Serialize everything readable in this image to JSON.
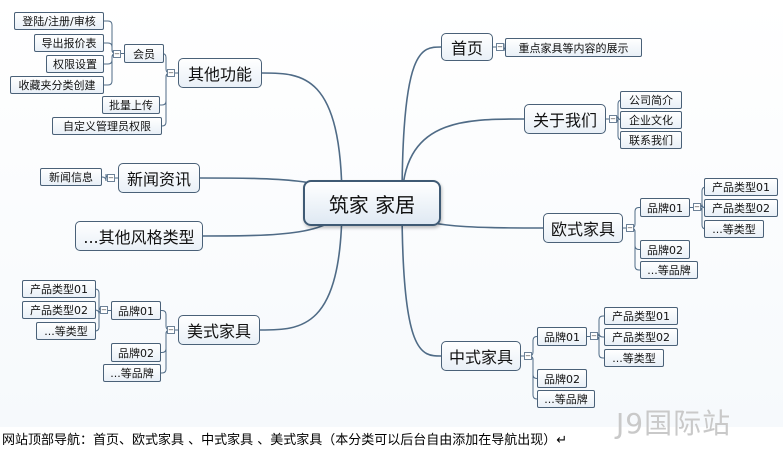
{
  "mindmap": {
    "root": "筑家 家居",
    "branches": {
      "home": {
        "label": "首页",
        "children": [
          "重点家具等内容的展示"
        ]
      },
      "about": {
        "label": "关于我们",
        "children": [
          "公司简介",
          "企业文化",
          "联系我们"
        ]
      },
      "european": {
        "label": "欧式家具",
        "brand1": "品牌01",
        "brand1_types": [
          "产品类型01",
          "产品类型02",
          "...等类型"
        ],
        "brand2": "品牌02",
        "more_brands": "...等品牌"
      },
      "chinese": {
        "label": "中式家具",
        "brand1": "品牌01",
        "brand1_types": [
          "产品类型01",
          "产品类型02",
          "...等类型"
        ],
        "brand2": "品牌02",
        "more_brands": "...等品牌"
      },
      "american": {
        "label": "美式家具",
        "brand1": "品牌01",
        "brand1_types": [
          "产品类型01",
          "产品类型02",
          "...等类型"
        ],
        "brand2": "品牌02",
        "more_brands": "...等品牌"
      },
      "other_styles": {
        "label": "...其他风格类型"
      },
      "news": {
        "label": "新闻资讯",
        "children": [
          "新闻信息"
        ]
      },
      "other_functions": {
        "label": "其他功能",
        "member": "会员",
        "member_children": [
          "登陆/注册/审核",
          "导出报价表",
          "权限设置",
          "收藏夹分类创建"
        ],
        "other_children": [
          "批量上传",
          "自定义管理员权限"
        ]
      }
    }
  },
  "caption": "网站顶部导航：首页、欧式家具 、中式家具 、美式家具（本分类可以后台自由添加在导航出现）↵",
  "watermark": "J9国际站",
  "colors": {
    "line": "#4f6b86",
    "border": "#4a6178",
    "text": "#111111"
  }
}
